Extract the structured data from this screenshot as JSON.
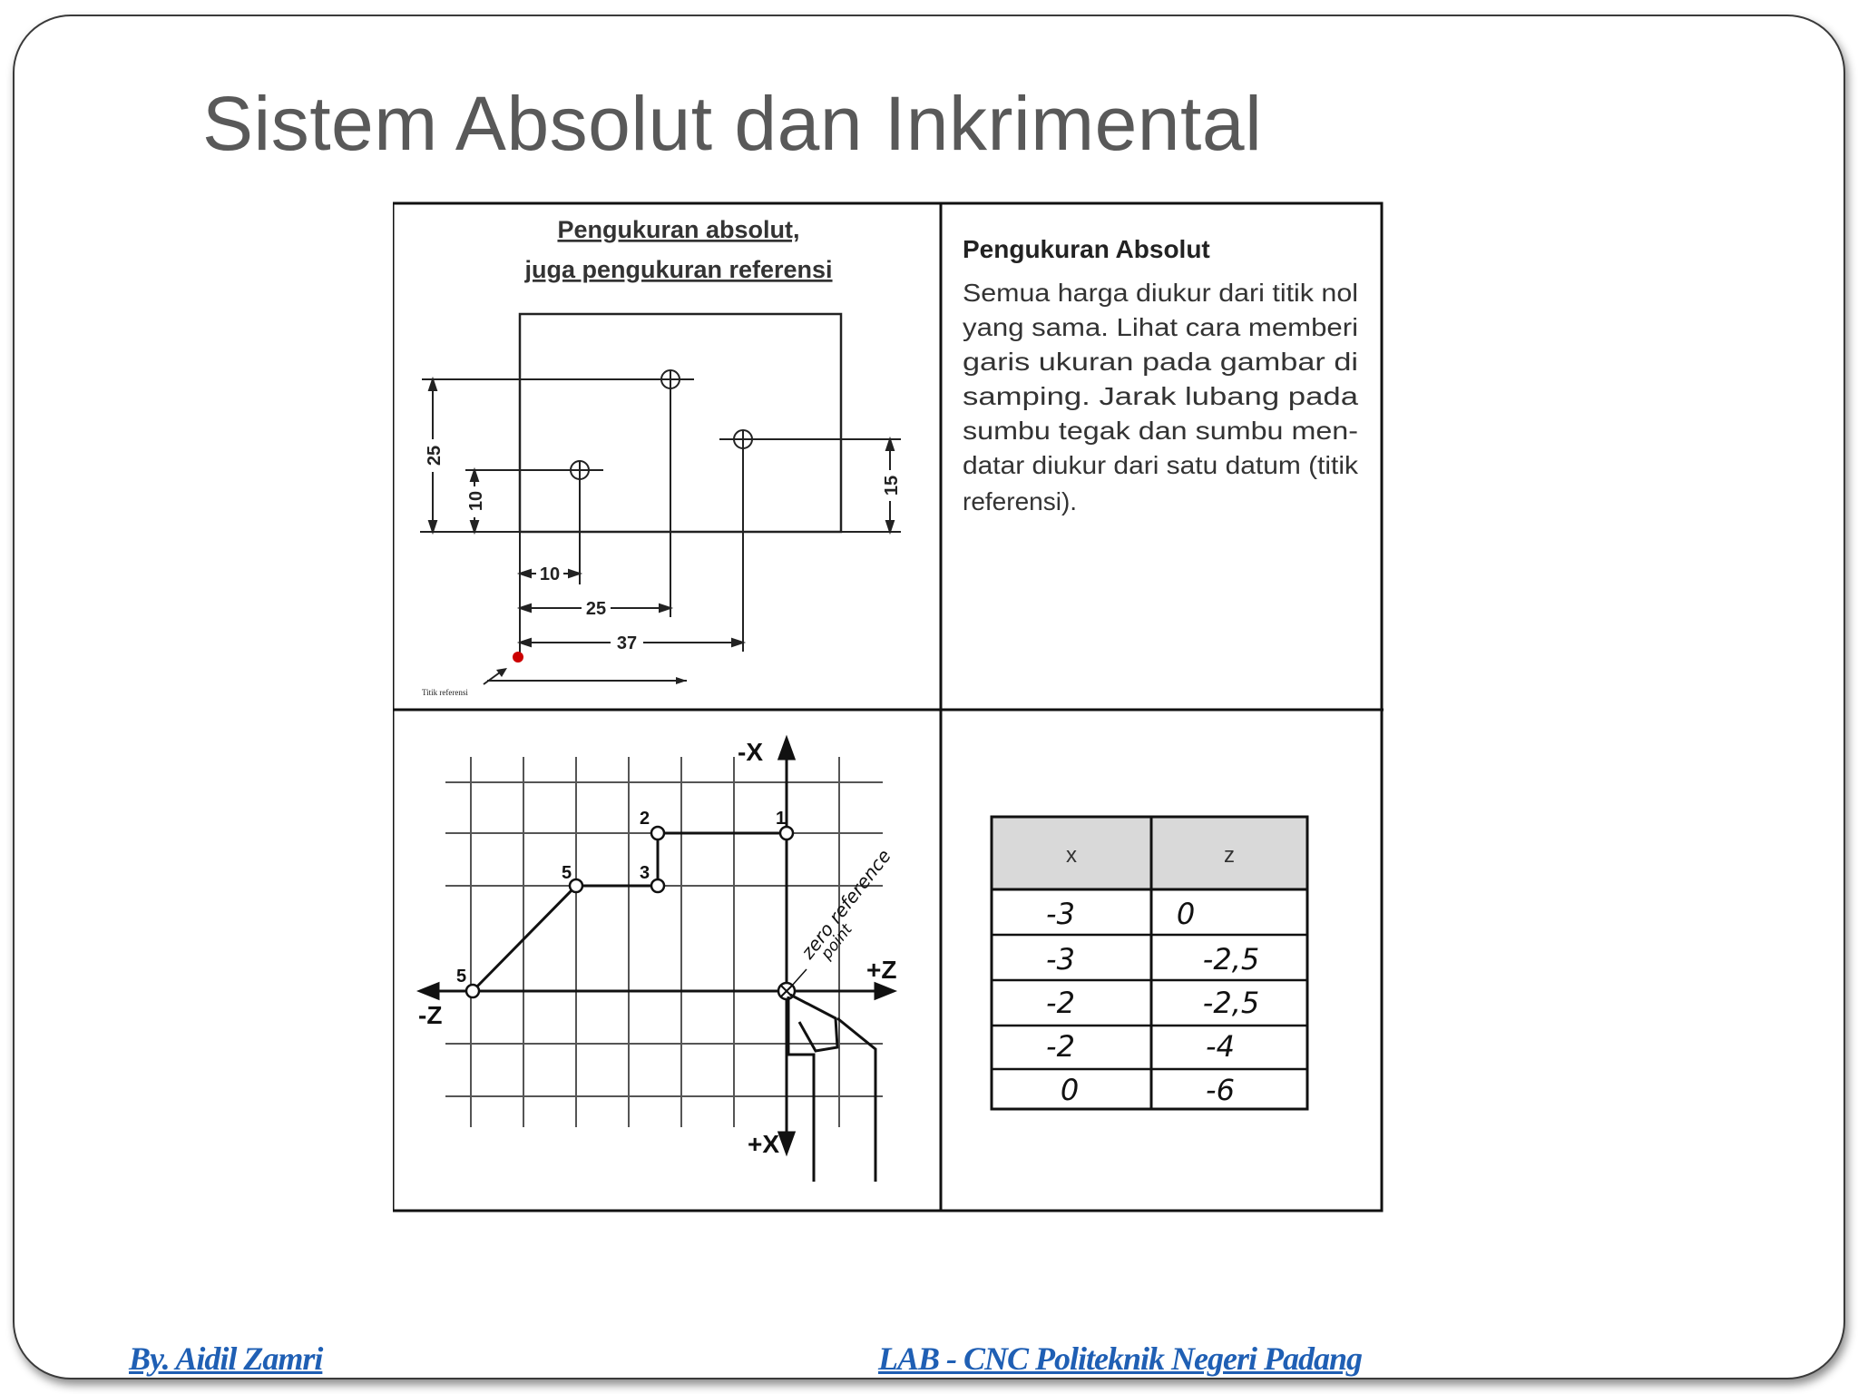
{
  "slide": {
    "title": "Sistem Absolut dan Inkrimental",
    "footer_left": "By. Aidil Zamri",
    "footer_right": "LAB - CNC Politeknik Negeri Padang"
  },
  "panel_tl": {
    "heading_line1": "Pengukuran absolut,",
    "heading_line2": "juga pengukuran referensi",
    "dim_25_v": "25",
    "dim_10_v": "10",
    "dim_15_v": "15",
    "dim_10_h": "10",
    "dim_25_h": "25",
    "dim_37_h": "37",
    "ref_label": "Titik referensi",
    "ref_color": "#cc0000"
  },
  "panel_tr": {
    "heading": "Pengukuran Absolut",
    "body_lines": [
      "Semua harga diukur dari titik nol",
      "yang sama. Lihat cara memberi",
      "garis ukuran pada gambar di",
      "samping. Jarak lubang pada",
      "sumbu tegak dan sumbu men-",
      "datar diukur dari satu datum (titik",
      "referensi)."
    ]
  },
  "panel_bl": {
    "axis_minus_x": "-X",
    "axis_plus_x": "+X",
    "axis_plus_z": "+Z",
    "axis_minus_z": "-Z",
    "point_labels": [
      "1",
      "2",
      "3",
      "5",
      "5"
    ],
    "zero_ref_line1": "zero reference",
    "zero_ref_line2": "point"
  },
  "table": {
    "headers": [
      "x",
      "z"
    ],
    "rows": [
      [
        "-3",
        "0"
      ],
      [
        "-3",
        "-2,5"
      ],
      [
        "-2",
        "-2,5"
      ],
      [
        "-2",
        "-4"
      ],
      [
        "0",
        "-6"
      ]
    ]
  }
}
